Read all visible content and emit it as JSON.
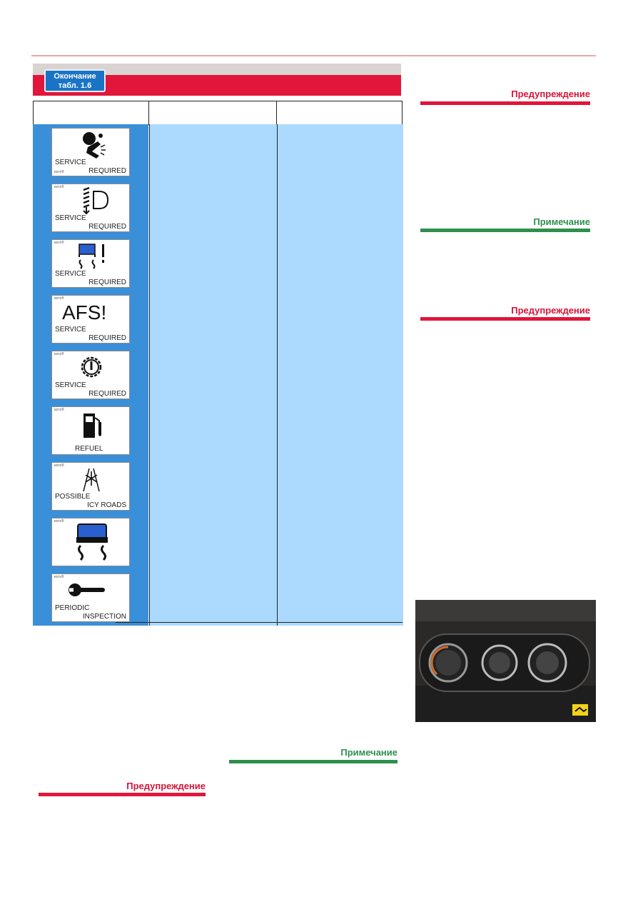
{
  "page": {
    "table_tag": {
      "line1": "Окончание",
      "line2": "табл. 1.6"
    },
    "rows": [
      {
        "lines": [
          "SERVICE",
          "REQUIRED"
        ],
        "icon": "airbag-icon"
      },
      {
        "lines": [
          "SERVICE",
          "REQUIRED"
        ],
        "icon": "headlight-leveling-icon"
      },
      {
        "lines": [
          "SERVICE",
          "REQUIRED"
        ],
        "icon": "stability-control-icon"
      },
      {
        "lines": [
          "SERVICE",
          "REQUIRED"
        ],
        "symbol_text": "AFS!",
        "icon": "afs-icon"
      },
      {
        "lines": [
          "SERVICE",
          "REQUIRED"
        ],
        "icon": "transmission-gear-icon"
      },
      {
        "lines": [
          "REFUEL",
          ""
        ],
        "icon": "fuel-pump-icon"
      },
      {
        "lines": [
          "POSSIBLE",
          "ICY ROADS"
        ],
        "icon": "snowflake-road-icon"
      },
      {
        "lines": [
          "",
          ""
        ],
        "icon": "skid-car-icon"
      },
      {
        "lines": [
          "PERIODIC",
          "INSPECTION"
        ],
        "icon": "wrench-icon"
      }
    ],
    "side": {
      "warning1": "Предупреждение",
      "note1": "Примечание",
      "warning2": "Предупреждение",
      "note2": "Примечание",
      "warning3": "Предупреждение"
    },
    "colors": {
      "red": "#e1163a",
      "green": "#2f8f4e",
      "blue": "#3a8fd9",
      "cell": "#acdafe"
    }
  }
}
